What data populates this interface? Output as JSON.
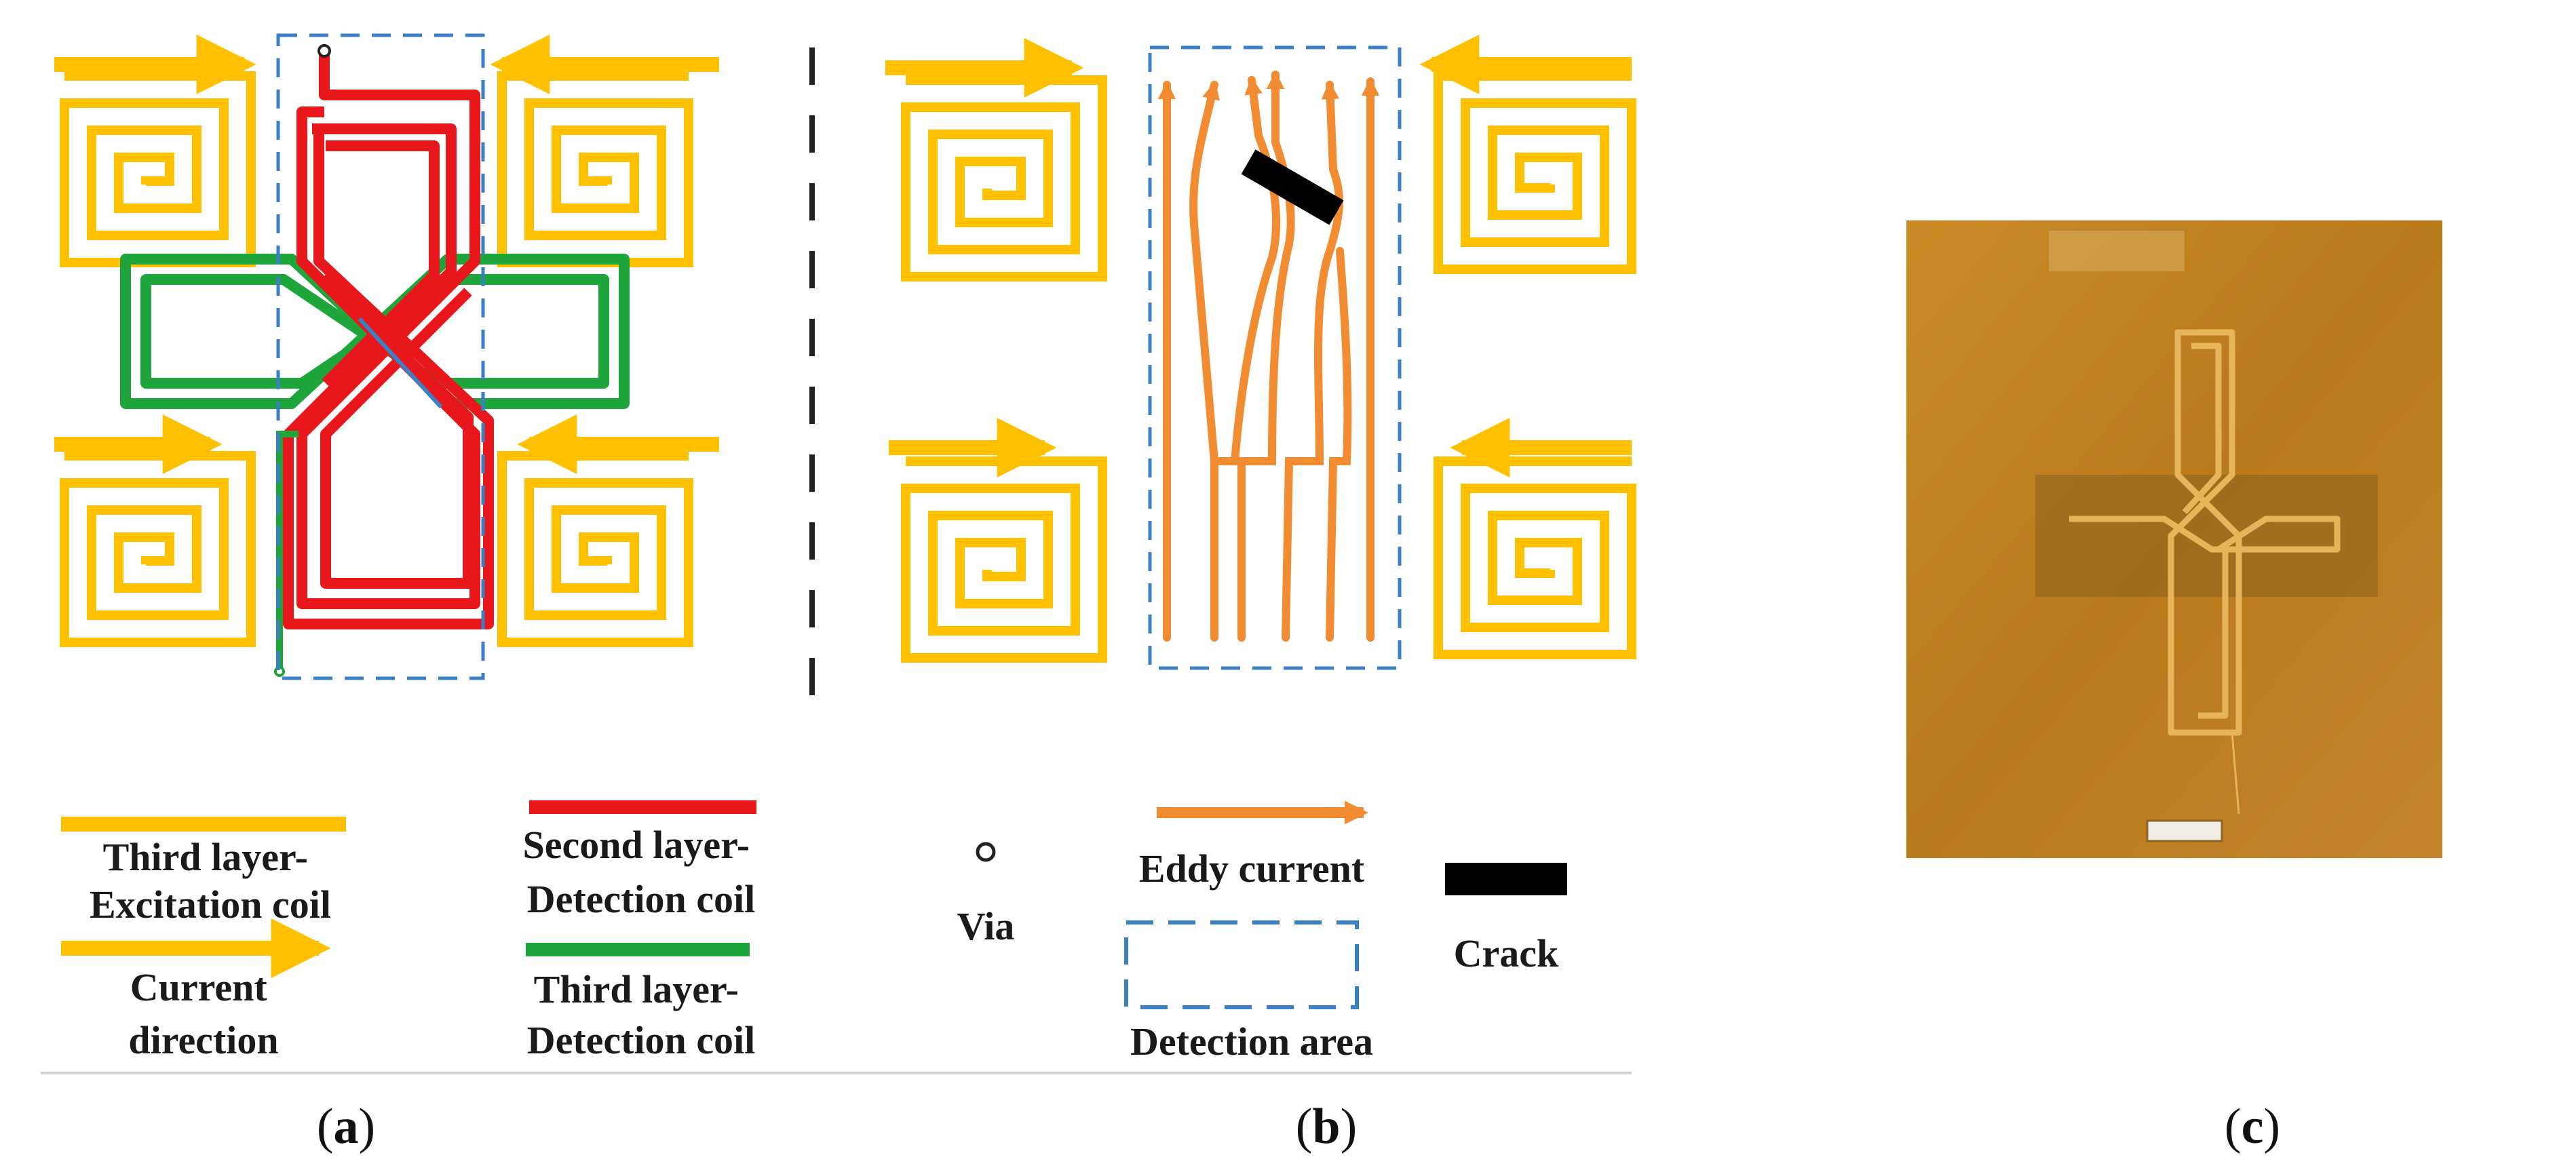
{
  "colors": {
    "excitation": "#FFC000",
    "detection_second": "#E8171C",
    "detection_third": "#1EA63C",
    "eddy": "#F28C32",
    "detection_area": "#3B7FC4",
    "crack": "#000000",
    "divider": "#222222",
    "board": "#C8861F",
    "board_dark": "#7A5416",
    "trace": "#E8B45A"
  },
  "legend": {
    "excitation": [
      "Third layer-",
      "Excitation coil"
    ],
    "current": [
      "Current",
      "direction"
    ],
    "second_detection": [
      "Second layer-",
      "Detection coil"
    ],
    "third_detection": [
      "Third layer-",
      "Detection coil"
    ],
    "via": "Via",
    "eddy": "Eddy current",
    "area": "Detection area",
    "crack": "Crack"
  },
  "captions": {
    "a": {
      "open": "(",
      "letter": "a",
      "close": ")"
    },
    "b": {
      "open": "(",
      "letter": "b",
      "close": ")"
    },
    "c": {
      "open": "(",
      "letter": "c",
      "close": ")"
    }
  }
}
